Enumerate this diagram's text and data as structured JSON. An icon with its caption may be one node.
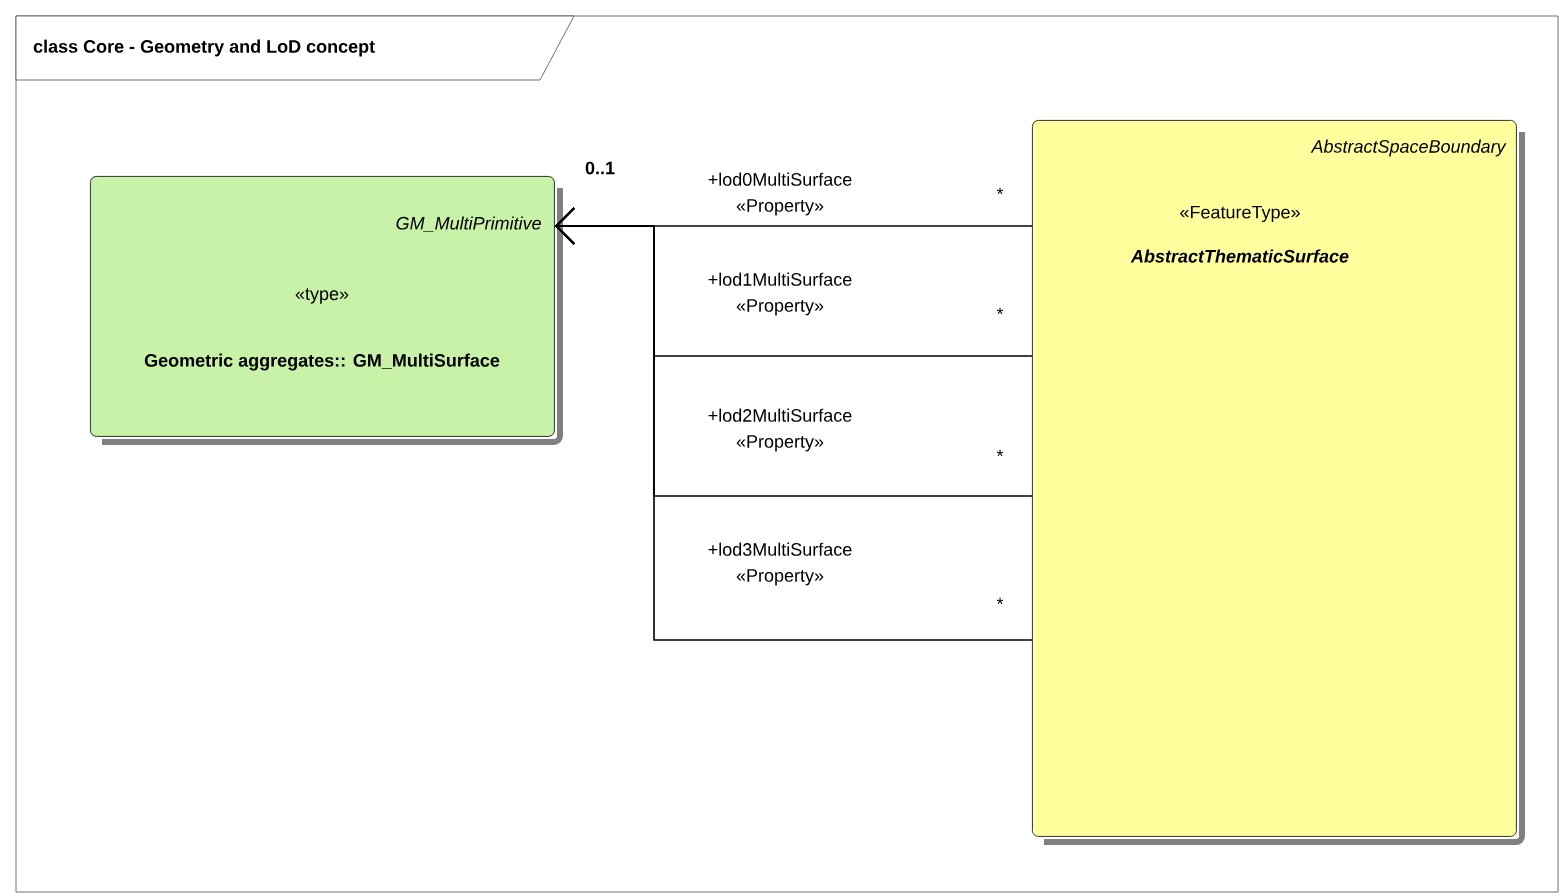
{
  "diagram": {
    "title": "class Core - Geometry and LoD concept",
    "nodes": [
      {
        "text": [
          "GM_MultiPrimitive",
          "«type»",
          "Geometric aggregates:: GM_MultiSurface"
        ]
      },
      {
        "text": [
          "AbstractSpaceBoundary",
          "«FeatureType»",
          "AbstractThematicSurface"
        ]
      }
    ],
    "edges": [
      {
        "from": 1,
        "to": 0,
        "arrow": "to",
        "label": "+lod0MultiSurface «Property»"
      },
      {
        "from": 1,
        "to": 0,
        "arrow": "to",
        "label": "+lod1MultiSurface «Property»"
      },
      {
        "from": 1,
        "to": 0,
        "arrow": "to",
        "label": "+lod2MultiSurface «Property»"
      },
      {
        "from": 1,
        "to": 0,
        "arrow": "to",
        "label": "+lod3MultiSurface «Property»"
      }
    ],
    "labels": [
      "0..1",
      "*",
      "*",
      "*",
      "*"
    ]
  }
}
